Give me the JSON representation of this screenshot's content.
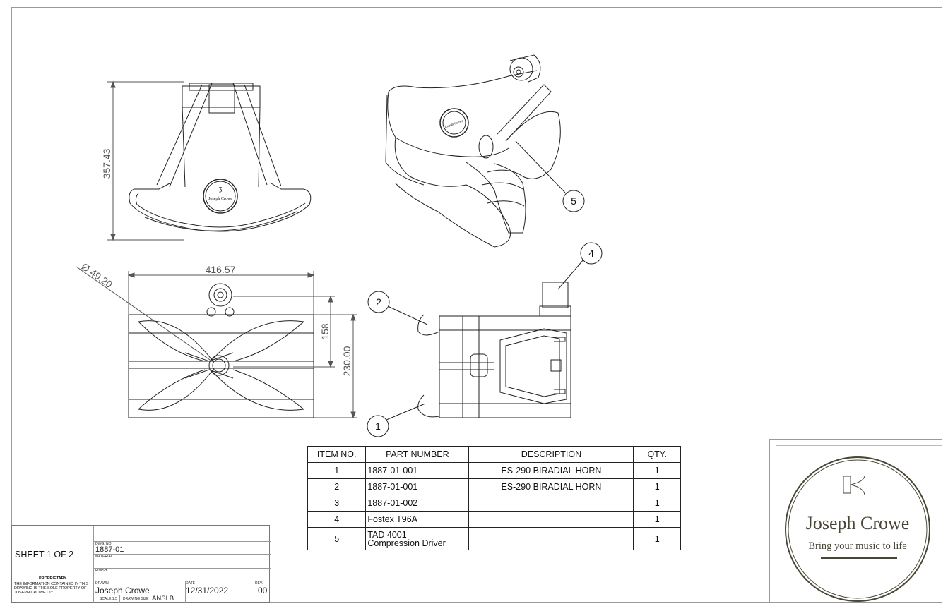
{
  "dimensions": {
    "height_top_view": "357.43",
    "width_front": "416.57",
    "diameter": "Ø 49.20",
    "height_inner": "158",
    "height_outer": "230.00"
  },
  "balloons": [
    "1",
    "2",
    "4",
    "5"
  ],
  "bom": {
    "headers": [
      "ITEM NO.",
      "PART NUMBER",
      "DESCRIPTION",
      "QTY."
    ],
    "rows": [
      {
        "item": "1",
        "part": "1887-01-001",
        "desc": "ES-290 BIRADIAL HORN",
        "qty": "1"
      },
      {
        "item": "2",
        "part": "1887-01-001",
        "desc": "ES-290 BIRADIAL HORN",
        "qty": "1"
      },
      {
        "item": "3",
        "part": "1887-01-002",
        "desc": "",
        "qty": "1"
      },
      {
        "item": "4",
        "part": "Fostex T96A",
        "desc": "",
        "qty": "1"
      },
      {
        "item": "5",
        "part": "TAD 4001\nCompression Driver",
        "desc": "",
        "qty": "1"
      }
    ]
  },
  "title_block": {
    "sheet": "SHEET 1 OF 2",
    "dwg_no_label": "DWG. NO.",
    "dwg_no": "1887-01",
    "material_label": "MATERIAL",
    "finish_label": "FINISH",
    "proprietary_title": "PROPRIETARY",
    "proprietary_text": "THE INFORMATION CONTAINED IN THIS DRAWING IS THE SOLE PROPERTY OF JOSEPH CROWE DIY.",
    "drawn_label": "DRAWN",
    "drawn": "Joseph Crowe",
    "date_label": "DATE",
    "date": "12/31/2022",
    "rev_label": "REV.",
    "rev": "00",
    "scale": "SCALE:1:5",
    "drawing_size_label": "DRAWING SIZE",
    "drawing_size": "ANSI B"
  },
  "logo": {
    "name": "Joseph Crowe",
    "tagline": "Bring your music to life",
    "color": "#4a4636"
  }
}
